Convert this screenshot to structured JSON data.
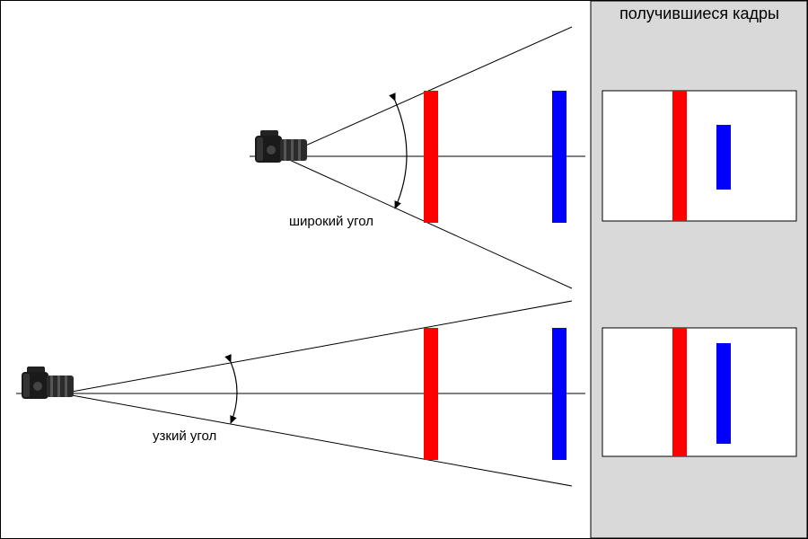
{
  "header": {
    "title": "получившиеся кадры"
  },
  "scenes": {
    "wide": {
      "angle_label": "широкий угол"
    },
    "narrow": {
      "angle_label": "узкий угол"
    }
  },
  "colors": {
    "near_bar": "#ff0000",
    "far_bar": "#0000ff",
    "panel_bg": "#d9d9d9",
    "line": "#000000",
    "frame_bg": "#ffffff"
  },
  "icons": {
    "camera": "camera-icon",
    "angle_arc": "angle-arc-icon"
  }
}
